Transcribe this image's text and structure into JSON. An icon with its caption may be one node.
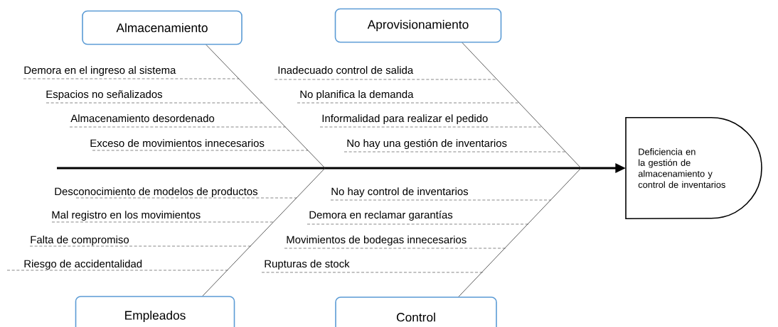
{
  "diagram": {
    "nodes": [
      {
        "text": [
          "Almacenamiento"
        ]
      },
      {
        "text": [
          "Aprovisionamiento"
        ]
      },
      {
        "text": [
          "Empleados"
        ]
      },
      {
        "text": [
          "Control"
        ]
      },
      {
        "text": [
          "Deficiencia en la gestión de almacenamiento y control de inventarios"
        ]
      }
    ],
    "edges": [
      {
        "from": null,
        "to": 4,
        "arrow": "to",
        "style": "thick"
      },
      {
        "from": 0,
        "to": null,
        "arrow": "none"
      },
      {
        "from": 1,
        "to": null,
        "arrow": "none"
      },
      {
        "from": 2,
        "to": null,
        "arrow": "none"
      },
      {
        "from": 3,
        "to": null,
        "arrow": "none"
      }
    ],
    "labels": [
      "Demora en el ingreso al sistema",
      "Espacios no señalizados",
      "Almacenamiento desordenado",
      "Exceso de movimientos innecesarios",
      "Inadecuado control de salida",
      "No planifica la demanda",
      "Informalidad para realizar el pedido",
      "No hay una gestión de inventarios",
      "Desconocimiento de modelos de productos",
      "Mal registro en los movimientos",
      "Falta de compromiso",
      "Riesgo de accidentalidad",
      "No hay control de inventarios",
      "Demora en reclamar garantías",
      "Movimientos de bodegas innecesarios",
      "Rupturas de stock"
    ]
  }
}
